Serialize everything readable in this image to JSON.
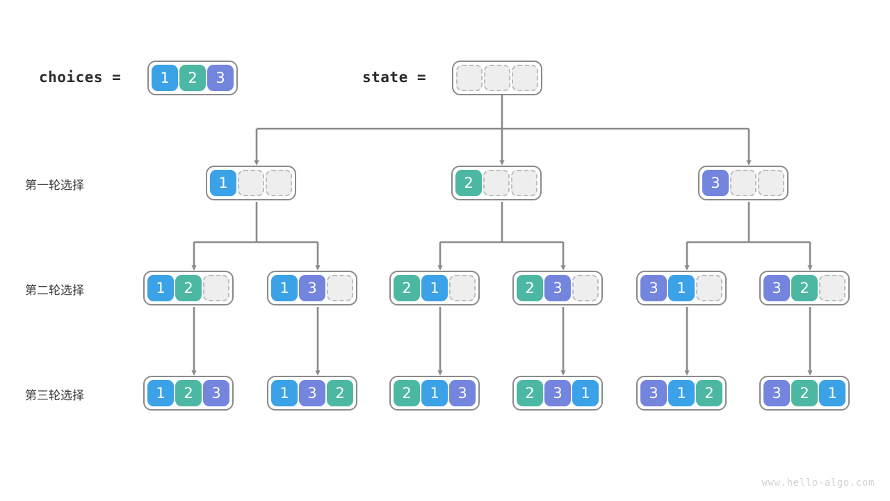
{
  "diagram": {
    "title": "permutation-backtracking-tree",
    "watermark": "www.hello-algo.com",
    "palette": {
      "value_1": "#3ba2e8",
      "value_2": "#4cb8a4",
      "value_3": "#7485de",
      "empty_cell": "#eeeeee",
      "frame": "#8a8a8a",
      "edge": "#8a8a8a",
      "text": "#3c3c3c"
    }
  },
  "header": {
    "choices_label": "choices =",
    "choices_values": [
      "1",
      "2",
      "3"
    ],
    "state_label": "state =",
    "state_values": [
      "",
      "",
      ""
    ]
  },
  "row_labels": {
    "round1": "第一轮选择",
    "round2": "第二轮选择",
    "round3": "第三轮选择"
  },
  "levels": {
    "round1": [
      {
        "cells": [
          "1",
          "",
          ""
        ]
      },
      {
        "cells": [
          "2",
          "",
          ""
        ]
      },
      {
        "cells": [
          "3",
          "",
          ""
        ]
      }
    ],
    "round2": [
      {
        "cells": [
          "1",
          "2",
          ""
        ]
      },
      {
        "cells": [
          "1",
          "3",
          ""
        ]
      },
      {
        "cells": [
          "2",
          "1",
          ""
        ]
      },
      {
        "cells": [
          "2",
          "3",
          ""
        ]
      },
      {
        "cells": [
          "3",
          "1",
          ""
        ]
      },
      {
        "cells": [
          "3",
          "2",
          ""
        ]
      }
    ],
    "round3": [
      {
        "cells": [
          "1",
          "2",
          "3"
        ]
      },
      {
        "cells": [
          "1",
          "3",
          "2"
        ]
      },
      {
        "cells": [
          "2",
          "1",
          "3"
        ]
      },
      {
        "cells": [
          "2",
          "3",
          "1"
        ]
      },
      {
        "cells": [
          "3",
          "1",
          "2"
        ]
      },
      {
        "cells": [
          "3",
          "2",
          "1"
        ]
      }
    ]
  }
}
